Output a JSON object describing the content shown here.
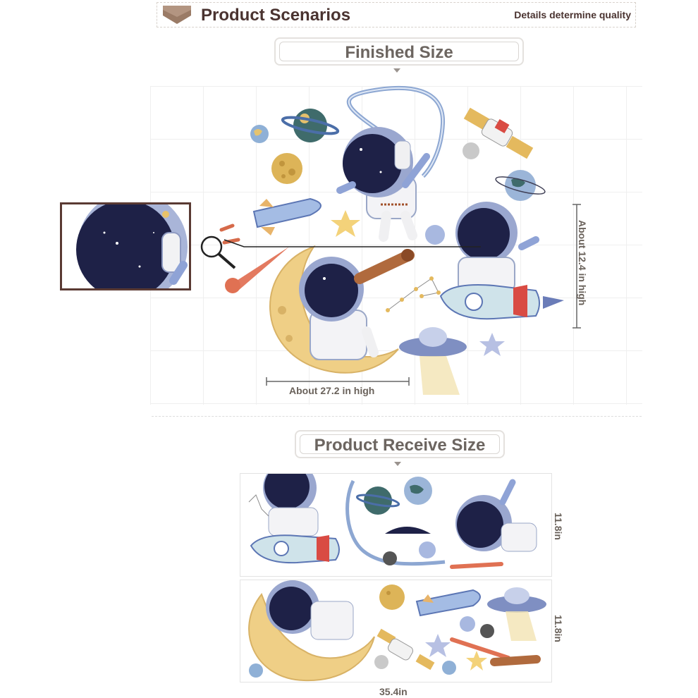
{
  "header": {
    "title": "Product Scenarios",
    "tagline": "Details determine quality"
  },
  "finished": {
    "title": "Finished Size",
    "height_label": "About 12.4 in high",
    "width_label": "About 27.2 in high"
  },
  "receive": {
    "title": "Product Receive Size",
    "sheet1_height": "11.8in",
    "sheet2_height": "11.8in",
    "width_label": "35.4in"
  },
  "colors": {
    "brand_dark": "#4a3330",
    "header_icon": "#9a7b66",
    "visor": "#1e2147",
    "moon": "#efcf86",
    "suit_blue": "#8fa3d6",
    "planet_teal": "#3f6b6b"
  }
}
